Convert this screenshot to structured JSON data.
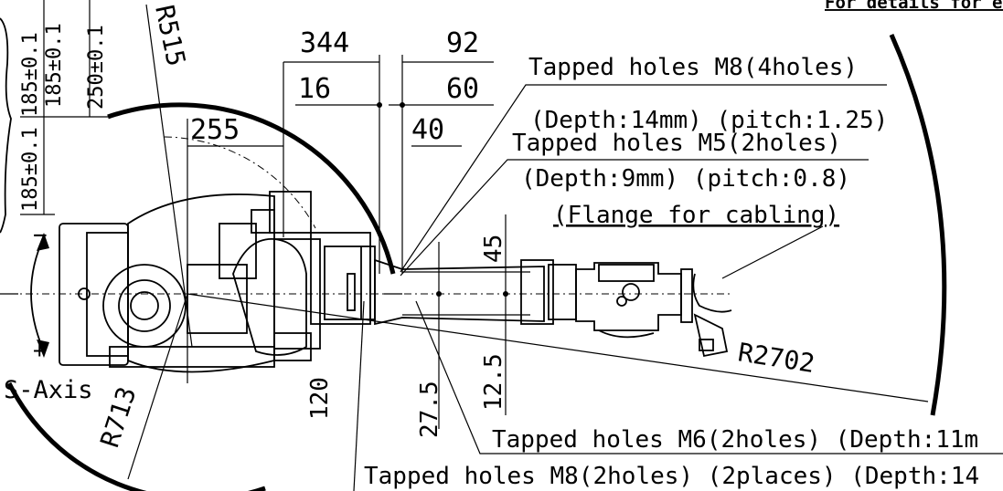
{
  "header": {
    "corner_note": "For details for ext"
  },
  "dimensions": {
    "d344": "344",
    "d92": "92",
    "d16": "16",
    "d60": "60",
    "d255": "255",
    "d40": "40",
    "d45": "45",
    "d12_5": "12.5",
    "d27_5": "27.5",
    "d120": "120",
    "d250": "250±0.1",
    "d185a": "185±0.1",
    "d185b": "185±0.1",
    "d185c": "185±0.1",
    "r515": "R515",
    "r713": "R713",
    "r2702": "R2702"
  },
  "axis": {
    "label": "S-Axis",
    "minus": "−",
    "plus": "+"
  },
  "notes": {
    "m8_4holes": "Tapped holes M8(4holes)",
    "m8_4holes_depth": "(Depth:14mm) (pitch:1.25)",
    "m5_2holes": "Tapped holes M5(2holes)",
    "m5_2holes_depth": "(Depth:9mm) (pitch:0.8)",
    "flange": "(Flange for cabling)",
    "m6_2holes": "Tapped holes M6(2holes) (Depth:11m",
    "m8_2holes": "Tapped holes M8(2holes) (2places) (Depth:14"
  }
}
